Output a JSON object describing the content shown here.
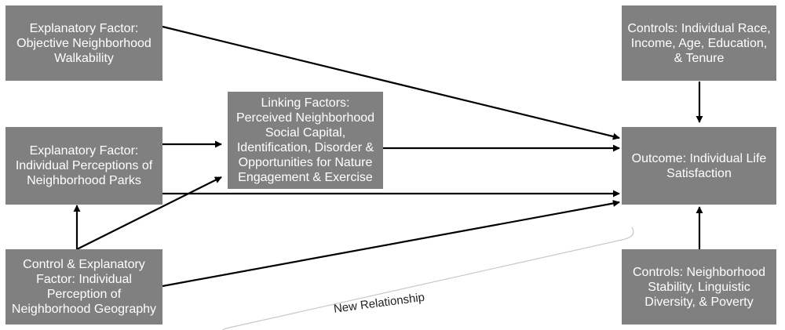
{
  "nodes": {
    "walkability": {
      "text": "Explanatory Factor: Objective Neighborhood Walkability"
    },
    "parks": {
      "text": "Explanatory Factor: Individual Perceptions of Neighborhood Parks"
    },
    "geography": {
      "text": "Control & Explanatory Factor: Individual Perception of Neighborhood Geography"
    },
    "linking": {
      "text": "Linking Factors: Perceived Neighborhood Social Capital, Identification, Disorder & Opportunities for Nature Engagement & Exercise"
    },
    "controls_individual": {
      "text": "Controls: Individual Race, Income, Age, Education, & Tenure"
    },
    "outcome": {
      "text": "Outcome: Individual Life Satisfaction"
    },
    "controls_neighborhood": {
      "text": "Controls: Neighborhood Stability, Linguistic Diversity, & Poverty"
    }
  },
  "annotation": {
    "new_relationship": "New Relationship"
  },
  "colors": {
    "box_fill": "#808080",
    "box_text": "#ffffff",
    "arrow": "#000000",
    "bracket": "#c8c8c8"
  }
}
